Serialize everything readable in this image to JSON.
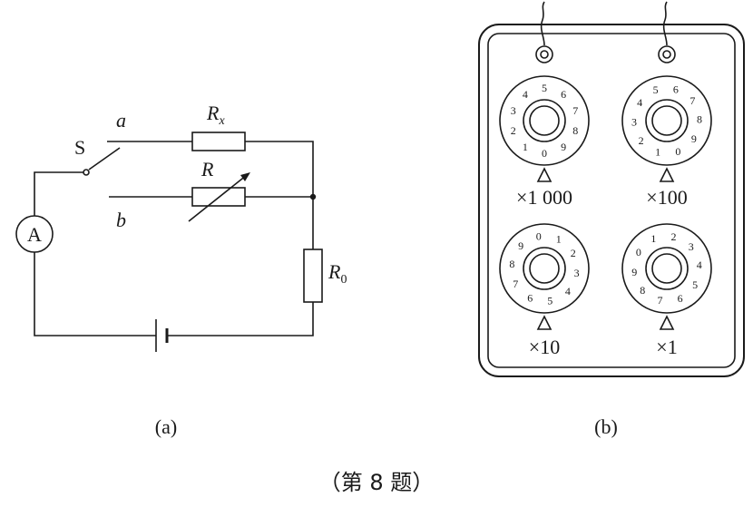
{
  "circuit": {
    "ammeter_symbol": "A",
    "switch_label": "S",
    "contact_a": "a",
    "contact_b": "b",
    "rx_main": "R",
    "rx_sub": "x",
    "r_label": "R",
    "r0_main": "R",
    "r0_sub": "0",
    "caption": "(a)"
  },
  "resistance_box": {
    "caption": "(b)",
    "dials": [
      {
        "multiplier": "×1 000",
        "digits": [
          "0",
          "1",
          "2",
          "3",
          "4",
          "5",
          "6",
          "7",
          "8",
          "9"
        ]
      },
      {
        "multiplier": "×100",
        "digits": [
          "0",
          "1",
          "2",
          "3",
          "4",
          "5",
          "6",
          "7",
          "8",
          "9"
        ]
      },
      {
        "multiplier": "×10",
        "digits": [
          "0",
          "1",
          "2",
          "3",
          "4",
          "5",
          "6",
          "7",
          "8",
          "9"
        ]
      },
      {
        "multiplier": "×1",
        "digits": [
          "0",
          "1",
          "2",
          "3",
          "4",
          "5",
          "6",
          "7",
          "8",
          "9"
        ]
      }
    ]
  },
  "problem_label": "（第 8 题）"
}
